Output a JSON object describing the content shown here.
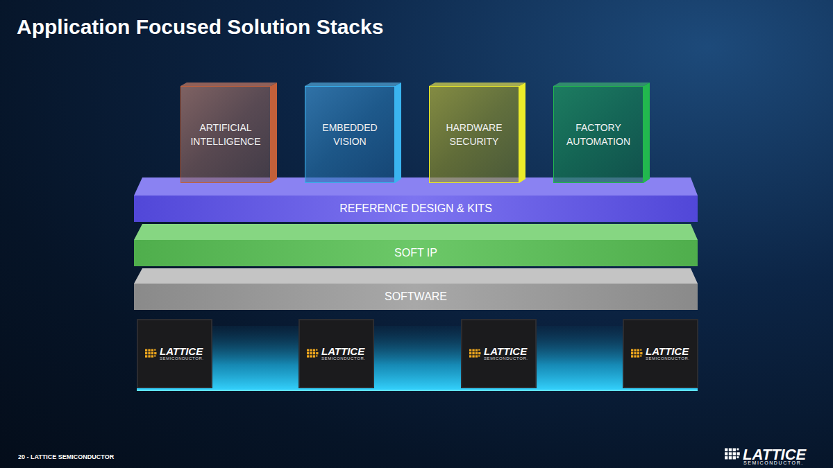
{
  "diagram": {
    "title": "Application Focused Solution Stacks",
    "nodes": [
      {
        "text": [
          "ARTIFICIAL INTELLIGENCE"
        ]
      },
      {
        "text": [
          "EMBEDDED VISION"
        ]
      },
      {
        "text": [
          "HARDWARE SECURITY"
        ]
      },
      {
        "text": [
          "FACTORY AUTOMATION"
        ]
      },
      {
        "text": [
          "REFERENCE DESIGN & KITS"
        ]
      },
      {
        "text": [
          "SOFT IP"
        ]
      },
      {
        "text": [
          "SOFTWARE"
        ]
      },
      {
        "text": [
          "LATTICE",
          "SEMICONDUCTOR."
        ]
      },
      {
        "text": [
          "LATTICE",
          "SEMICONDUCTOR."
        ]
      },
      {
        "text": [
          "LATTICE",
          "SEMICONDUCTOR."
        ]
      },
      {
        "text": [
          "LATTICE",
          "SEMICONDUCTOR."
        ]
      }
    ],
    "labels": [
      "20 - LATTICE SEMICONDUCTOR",
      "LATTICE",
      "SEMICONDUCTOR."
    ]
  }
}
